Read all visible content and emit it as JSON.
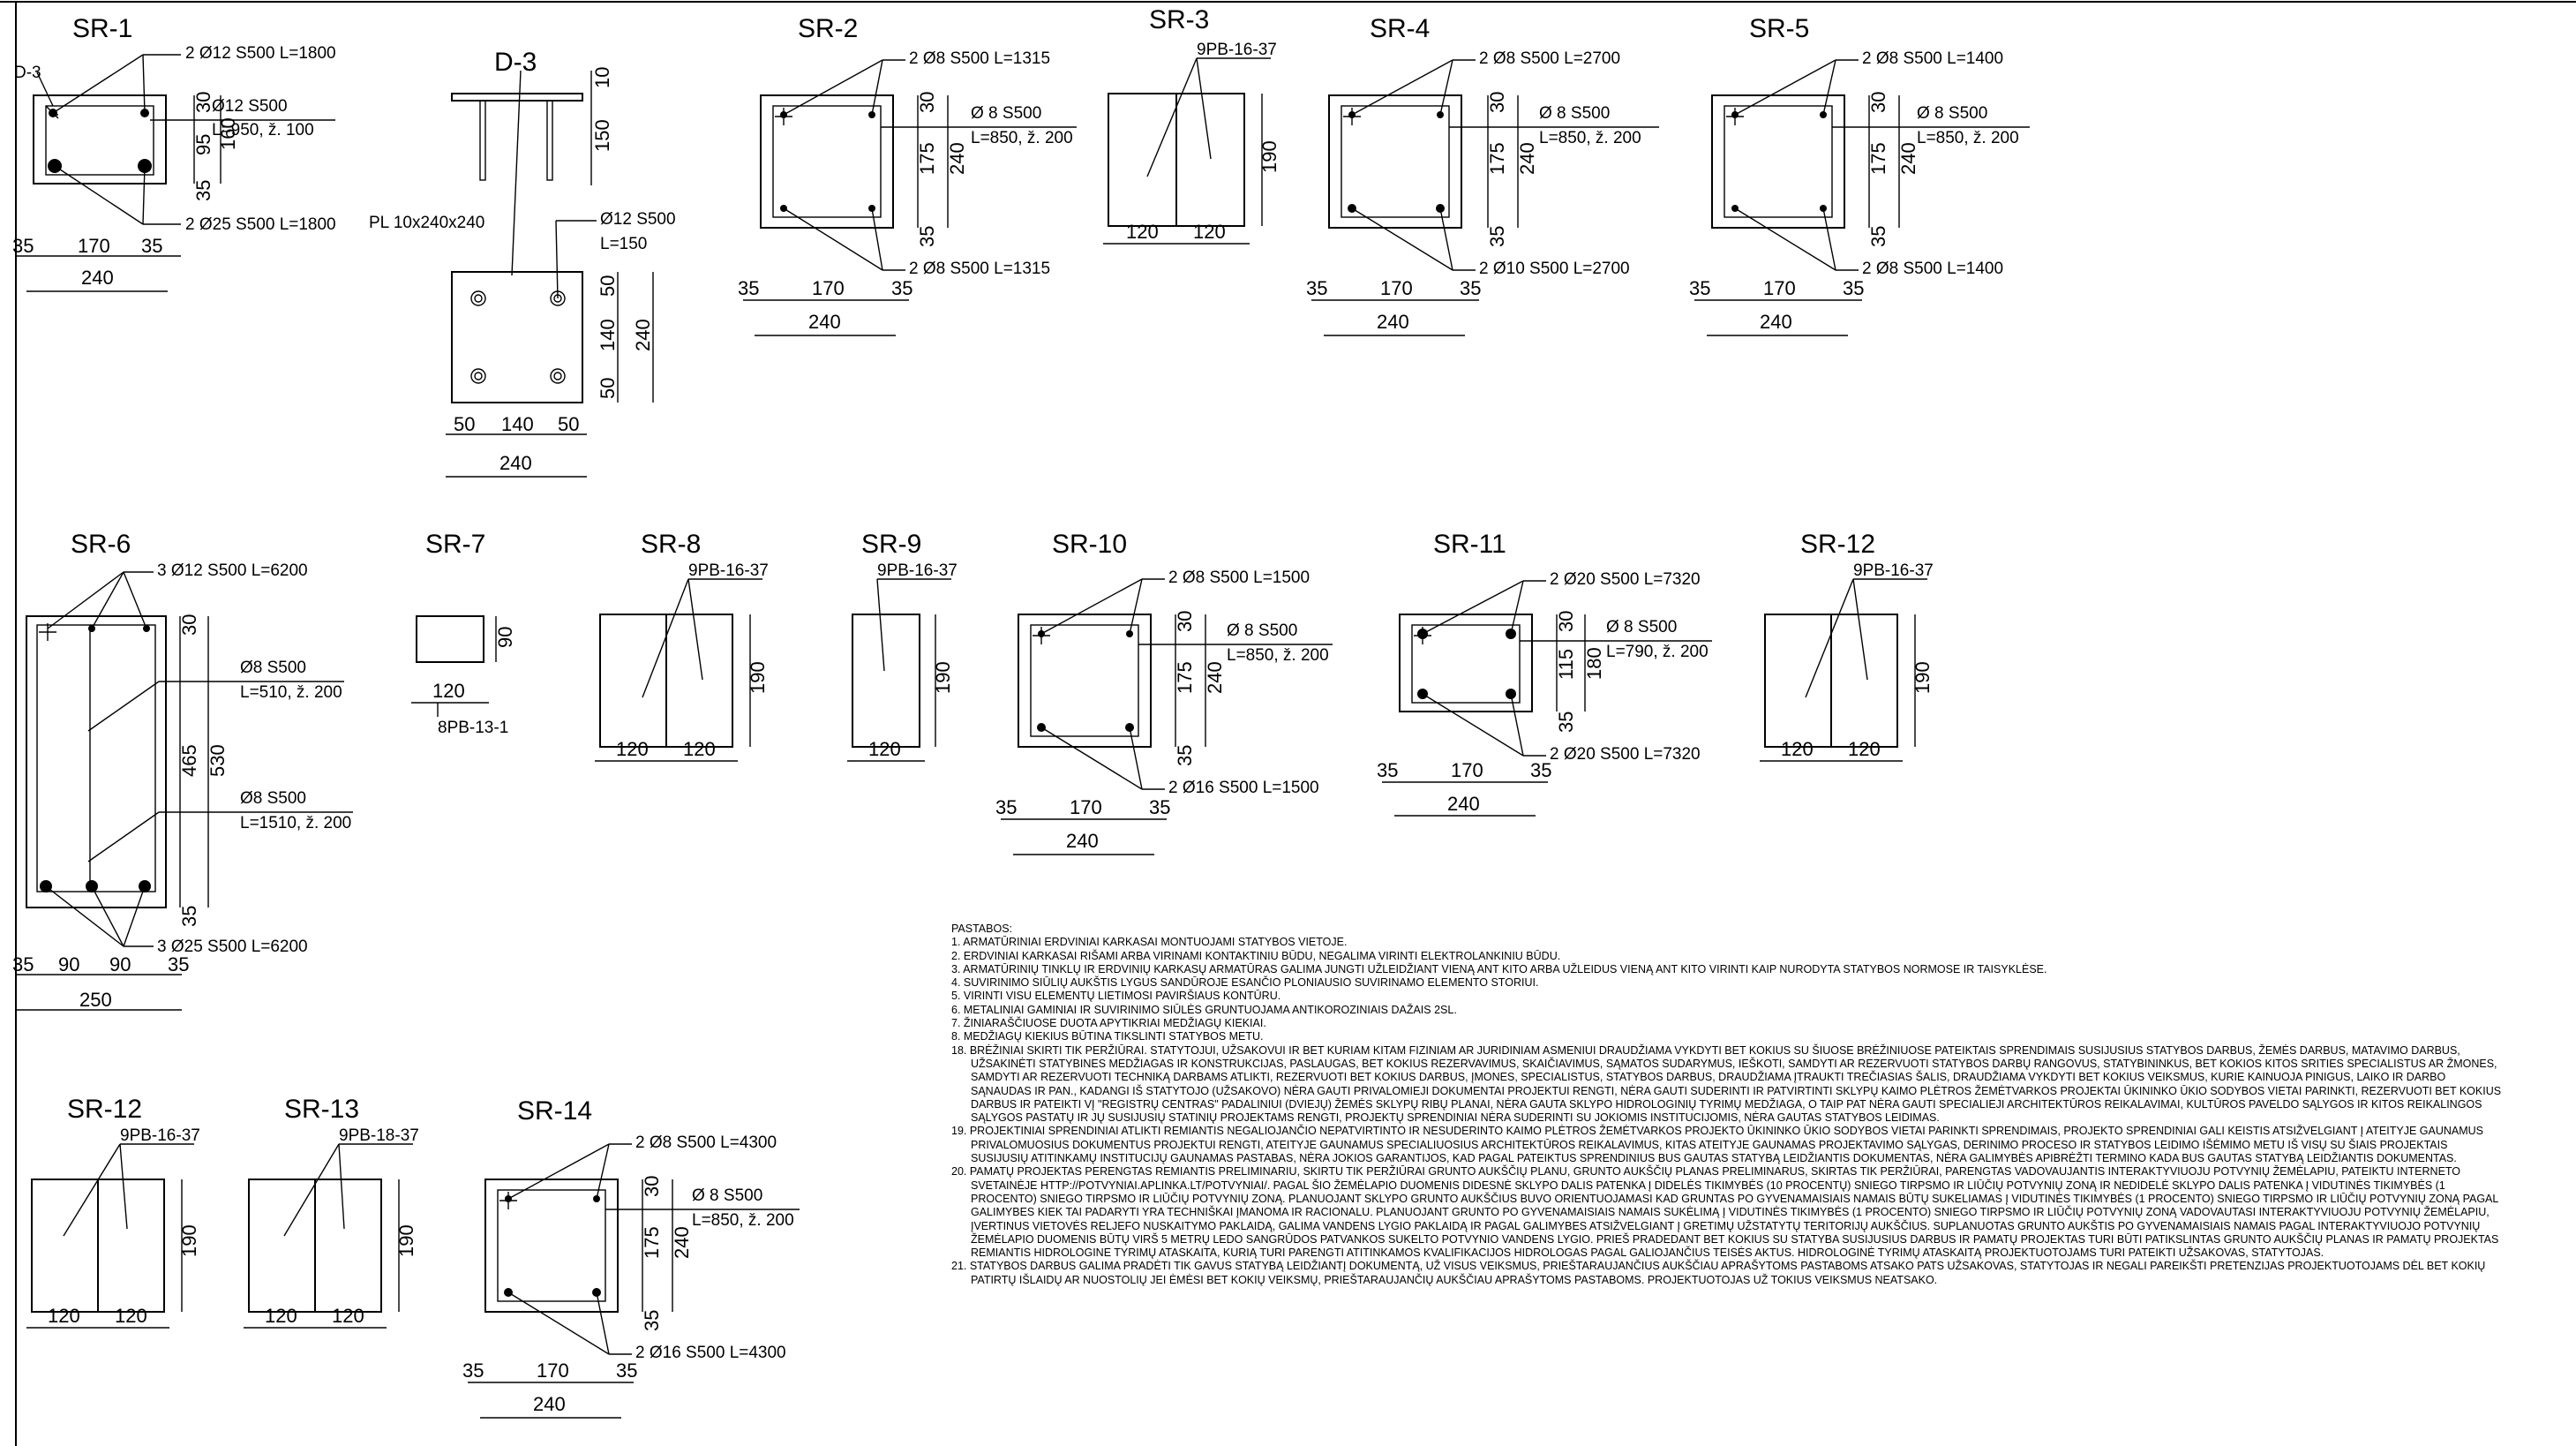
{
  "sheet": {
    "details": [
      {
        "id": "sr1",
        "title": "SR-1",
        "callouts": [
          "2 Ø12 S500 L=1800",
          "Ø12 S500",
          "L=950, ž. 100",
          "2 Ø25 S500 L=1800",
          "D-3"
        ],
        "dims": [
          "30",
          "95",
          "160",
          "35",
          "35",
          "170",
          "35",
          "240"
        ]
      },
      {
        "id": "d3",
        "title": "D-3",
        "callouts": [
          "PL 10x240x240",
          "Ø12 S500",
          "L=150"
        ],
        "dims": [
          "10",
          "150",
          "50",
          "140",
          "50",
          "240",
          "50",
          "140",
          "50",
          "240"
        ]
      },
      {
        "id": "sr2",
        "title": "SR-2",
        "callouts": [
          "2 Ø8 S500 L=1315",
          "Ø 8 S500",
          "L=850, ž. 200",
          "2 Ø8 S500 L=1315"
        ],
        "dims": [
          "30",
          "175",
          "35",
          "240",
          "35",
          "170",
          "35",
          "240"
        ]
      },
      {
        "id": "sr3",
        "title": "SR-3",
        "callouts": [
          "9PB-16-37"
        ],
        "dims": [
          "190",
          "120",
          "120"
        ]
      },
      {
        "id": "sr4",
        "title": "SR-4",
        "callouts": [
          "2 Ø8 S500 L=2700",
          "Ø 8 S500",
          "L=850, ž. 200",
          "2 Ø10 S500 L=2700"
        ],
        "dims": [
          "30",
          "175",
          "35",
          "240",
          "35",
          "170",
          "35",
          "240"
        ]
      },
      {
        "id": "sr5",
        "title": "SR-5",
        "callouts": [
          "2 Ø8 S500 L=1400",
          "Ø 8 S500",
          "L=850, ž. 200",
          "2 Ø8 S500 L=1400"
        ],
        "dims": [
          "30",
          "175",
          "35",
          "240",
          "35",
          "170",
          "35",
          "240"
        ]
      },
      {
        "id": "sr6",
        "title": "SR-6",
        "callouts": [
          "3 Ø12 S500 L=6200",
          "Ø8 S500",
          "L=510, ž. 200",
          "Ø8 S500",
          "L=1510, ž. 200",
          "3 Ø25 S500 L=6200"
        ],
        "dims": [
          "30",
          "465",
          "35",
          "530",
          "35",
          "90",
          "90",
          "35",
          "250"
        ]
      },
      {
        "id": "sr7",
        "title": "SR-7",
        "callouts": [
          "8PB-13-1"
        ],
        "dims": [
          "90",
          "120"
        ]
      },
      {
        "id": "sr8",
        "title": "SR-8",
        "callouts": [
          "9PB-16-37"
        ],
        "dims": [
          "190",
          "120",
          "120"
        ]
      },
      {
        "id": "sr9",
        "title": "SR-9",
        "callouts": [
          "9PB-16-37"
        ],
        "dims": [
          "190",
          "120"
        ]
      },
      {
        "id": "sr10",
        "title": "SR-10",
        "callouts": [
          "2 Ø8 S500 L=1500",
          "Ø 8 S500",
          "L=850, ž. 200",
          "2 Ø16 S500 L=1500"
        ],
        "dims": [
          "30",
          "175",
          "35",
          "240",
          "35",
          "170",
          "35",
          "240"
        ]
      },
      {
        "id": "sr11",
        "title": "SR-11",
        "callouts": [
          "2 Ø20 S500 L=7320",
          "Ø 8 S500",
          "L=790, ž. 200",
          "2 Ø20 S500 L=7320"
        ],
        "dims": [
          "30",
          "115",
          "35",
          "180",
          "35",
          "170",
          "35",
          "240"
        ]
      },
      {
        "id": "sr12a",
        "title": "SR-12",
        "callouts": [
          "9PB-16-37"
        ],
        "dims": [
          "190",
          "120",
          "120"
        ]
      },
      {
        "id": "sr12b",
        "title": "SR-12",
        "callouts": [
          "9PB-16-37"
        ],
        "dims": [
          "190",
          "120",
          "120"
        ]
      },
      {
        "id": "sr13",
        "title": "SR-13",
        "callouts": [
          "9PB-18-37"
        ],
        "dims": [
          "190",
          "120",
          "120"
        ]
      },
      {
        "id": "sr14",
        "title": "SR-14",
        "callouts": [
          "2 Ø8 S500 L=4300",
          "Ø 8 S500",
          "L=850, ž. 200",
          "2 Ø16 S500 L=4300"
        ],
        "dims": [
          "30",
          "175",
          "35",
          "240",
          "35",
          "170",
          "35",
          "240"
        ]
      }
    ],
    "notes": {
      "heading": "PASTABOS:",
      "items": [
        "1. ARMATŪRINIAI ERDVINIAI KARKASAI MONTUOJAMI STATYBOS VIETOJE.",
        "2. ERDVINIAI KARKASAI RIŠAMI ARBA VIRINAMI KONTAKTINIU BŪDU, NEGALIMA VIRINTI ELEKTROLANKINIU BŪDU.",
        "3. ARMATŪRINIŲ TINKLŲ IR ERDVINIŲ KARKASŲ ARMATŪRAS GALIMA JUNGTI UŽLEIDŽIANT VIENĄ ANT KITO ARBA UŽLEIDUS VIENĄ ANT KITO VIRINTI KAIP NURODYTA STATYBOS NORMOSE IR TAISYKLĖSE.",
        "4. SUVIRINIMO SIŪLIŲ AUKŠTIS LYGUS SANDŪROJE ESANČIO PLONIAUSIO SUVIRINAMO ELEMENTO STORIUI.",
        "5. VIRINTI VISU ELEMENTŲ LIETIMOSI PAVIRŠIAUS KONTŪRU.",
        "6. METALINIAI GAMINIAI IR SUVIRINIMO SIŪLĖS GRUNTUOJAMA ANTIKOROZINIAIS DAŽAIS 2SL.",
        "7. ŽINIARAŠČIUOSE DUOTA APYTIKRIAI MEDŽIAGŲ KIEKIAI.",
        "8. MEDŽIAGŲ KIEKIUS BŪTINA TIKSLINTI STATYBOS METU.",
        "18. BRĖŽINIAI SKIRTI TIK PERŽIŪRAI. STATYTOJUI, UŽSAKOVUI IR BET KURIAM KITAM FIZINIAM AR JURIDINIAM ASMENIUI DRAUDŽIAMA VYKDYTI BET KOKIUS SU ŠIUOSE BRĖŽINIUOSE PATEIKTAIS SPRENDIMAIS SUSIJUSIUS STATYBOS DARBUS, ŽEMĖS DARBUS, MATAVIMO DARBUS, UŽSAKINĖTI STATYBINES MEDŽIAGAS IR KONSTRUKCIJAS, PASLAUGAS, BET KOKIUS REZERVAVIMUS, SKAIČIAVIMUS, SĄMATOS SUDARYMUS, IEŠKOTI, SAMDYTI AR REZERVUOTI STATYBOS DARBŲ RANGOVUS, STATYBININKUS, BET KOKIOS KITOS SRITIES SPECIALISTUS AR ŽMONES, SAMDYTI AR REZERVUOTI TECHNIKĄ DARBAMS ATLIKTI, REZERVUOTI BET KOKIUS DARBUS, ĮMONES, SPECIALISTUS, STATYBOS DARBUS, DRAUDŽIAMA ĮTRAUKTI TREČIASIAS ŠALIS, DRAUDŽIAMA VYKDYTI BET KOKIUS VEIKSMUS, KURIE KAINUOJA PINIGUS, LAIKO IR DARBO SĄNAUDAS IR PAN., KADANGI IŠ STATYTOJO (UŽSAKOVO) NĖRA GAUTI PRIVALOMIEJI DOKUMENTAI PROJEKTUI RENGTI, NĖRA GAUTI SUDERINTI IR PATVIRTINTI SKLYPŲ KAIMO PLĖTROS ŽEMĖTVARKOS PROJEKTAI ŪKININKO ŪKIO SODYBOS VIETAI PARINKTI, REZERVUOTI BET KOKIUS DARBUS IR PATEIKTI VĮ \"REGISTRŲ CENTRAS\" PADALINIUI (DVIEJŲ) ŽEMĖS SKLYPŲ RIBŲ PLANAI, NĖRA GAUTA SKLYPO HIDROLOGINIŲ TYRIMŲ MEDŽIAGA, O TAIP PAT NĖRA GAUTI SPECIALIEJI ARCHITEKTŪROS REIKALAVIMAI, KULTŪROS PAVELDO SĄLYGOS IR KITOS REIKALINGOS SĄLYGOS PASTATŲ IR JŲ SUSIJUSIŲ STATINIŲ PROJEKTAMS RENGTI, PROJEKTŲ SPRENDINIAI NĖRA SUDERINTI SU JOKIOMIS INSTITUCIJOMIS, NĖRA GAUTAS STATYBOS LEIDIMAS.",
        "19. PROJEKTINIAI SPRENDINIAI ATLIKTI REMIANTIS NEGALIOJANČIO NEPATVIRTINTO IR NESUDERINTO KAIMO PLĖTROS ŽEMĖTVARKOS PROJEKTO ŪKININKO ŪKIO SODYBOS VIETAI PARINKTI SPRENDIMAIS, PROJEKTO SPRENDINIAI GALI KEISTIS ATSIŽVELGIANT Į ATEITYJE GAUNAMUS PRIVALOMUOSIUS DOKUMENTUS PROJEKTUI RENGTI, ATEITYJE GAUNAMUS SPECIALIUOSIUS ARCHITEKTŪROS REIKALAVIMUS, KITAS ATEITYJE GAUNAMAS PROJEKTAVIMO SĄLYGAS, DERINIMO PROCESO IR STATYBOS LEIDIMO IŠĖMIMO METU IŠ VISŲ SU ŠIAIS PROJEKTAIS SUSIJUSIŲ ATITINKAMŲ INSTITUCIJŲ GAUNAMAS PASTABAS, NĖRA JOKIOS GARANTIJOS, KAD PAGAL PATEIKTUS SPRENDINIUS BUS GAUTAS STATYBĄ LEIDŽIANTIS DOKUMENTAS, NĖRA GALIMYBĖS APIBRĖŽTI TERMINO KADA BUS GAUTAS STATYBĄ LEIDŽIANTIS DOKUMENTAS.",
        "20. PAMATŲ PROJEKTAS PERENGTAS REMIANTIS PRELIMINARIU, SKIRTU TIK PERŽIŪRAI GRUNTO AUKŠČIŲ PLANU, GRUNTO AUKŠČIŲ PLANAS PRELIMINARUS, SKIRTAS TIK PERŽIŪRAI, PARENGTAS VADOVAUJANTIS INTERAKTYVIUOJU POTVYNIŲ ŽEMĖLAPIU, PATEIKTU INTERNETO SVETAINĖJE HTTP://POTVYNIAI.APLINKA.LT/POTVYNIAI/. PAGAL ŠIO ŽEMĖLAPIO DUOMENIS DIDESNĖ SKLYPO DALIS PATENKA Į DIDELĖS TIKIMYBĖS (10 PROCENTŲ) SNIEGO TIRPSMO IR LIŪČIŲ POTVYNIŲ ZONĄ IR NEDIDELĖ SKLYPO DALIS PATENKA Į VIDUTINĖS TIKIMYBĖS (1 PROCENTO) SNIEGO TIRPSMO IR LIŪČIŲ POTVYNIŲ ZONĄ. PLANUOJANT SKLYPO GRUNTO AUKŠČIUS BUVO ORIENTUOJAMASI KAD GRUNTAS PO GYVENAMAISIAIS NAMAIS BŪTŲ SUKELIAMAS Į VIDUTINĖS TIKIMYBĖS (1 PROCENTO) SNIEGO TIRPSMO IR LIŪČIŲ POTVYNIŲ ZONĄ PAGAL GALIMYBES KIEK TAI PADARYTI YRA TECHNIŠKAI ĮMANOMA IR RACIONALU. PLANUOJANT GRUNTO PO GYVENAMAISIAIS NAMAIS SUKĖLIMĄ Į VIDUTINĖS TIKIMYBĖS (1 PROCENTO) SNIEGO TIRPSMO IR LIŪČIŲ POTVYNIŲ ZONĄ VADOVAUTASI INTERAKTYVIUOJU POTVYNIŲ ŽEMĖLAPIU, ĮVERTINUS VIETOVĖS RELJEFO NUSKAITYMO PAKLAIDĄ, GALIMA VANDENS LYGIO PAKLAIDĄ IR PAGAL GALIMYBES ATSIŽVELGIANT Į GRETIMŲ UŽSTATYTŲ TERITORIJŲ AUKŠČIUS. SUPLANUOTAS GRUNTO AUKŠTIS PO GYVENAMAISIAIS NAMAIS PAGAL INTERAKTYVIUOJO POTVYNIŲ ŽEMĖLAPIO DUOMENIS BŪTŲ VIRŠ 5 METRŲ LEDO SANGRŪDOS PATVANKOS SUKELTO POTVYNIO VANDENS LYGIO. PRIEŠ PRADEDANT BET KOKIUS SU STATYBA SUSIJUSIUS DARBUS IR PAMATŲ PROJEKTAS TURI BŪTI PATIKSLINTAS GRUNTO AUKŠČIŲ PLANAS IR PAMATŲ PROJEKTAS REMIANTIS HIDROLOGINE TYRIMŲ ATASKAITA, KURIĄ TURI PARENGTI ATITINKAMOS KVALIFIKACIJOS HIDROLOGAS PAGAL GALIOJANČIUS TEISĖS AKTUS. HIDROLOGINĖ TYRIMŲ ATASKAITĄ PROJEKTUOTOJAMS TURI PATEIKTI UŽSAKOVAS, STATYTOJAS.",
        "21. STATYBOS DARBUS GALIMA PRADĖTI TIK GAVUS STATYBĄ LEIDŽIANTĮ DOKUMENTĄ, UŽ VISUS VEIKSMUS, PRIEŠTARAUJANČIUS AUKŠČIAU APRAŠYTOMS PASTABOMS ATSAKO PATS UŽSAKOVAS, STATYTOJAS IR NEGALI PAREIKŠTI PRETENZIJAS PROJEKTUOTOJAMS DĖL BET KOKIŲ PATIRTŲ IŠLAIDŲ AR NUOSTOLIŲ JEI ĖMĖSI BET KOKIŲ VEIKSMŲ, PRIEŠTARAUJANČIŲ AUKŠČIAU APRAŠYTOMS PASTABOMS. PROJEKTUOTOJAS UŽ TOKIUS VEIKSMUS NEATSAKO."
      ]
    }
  }
}
